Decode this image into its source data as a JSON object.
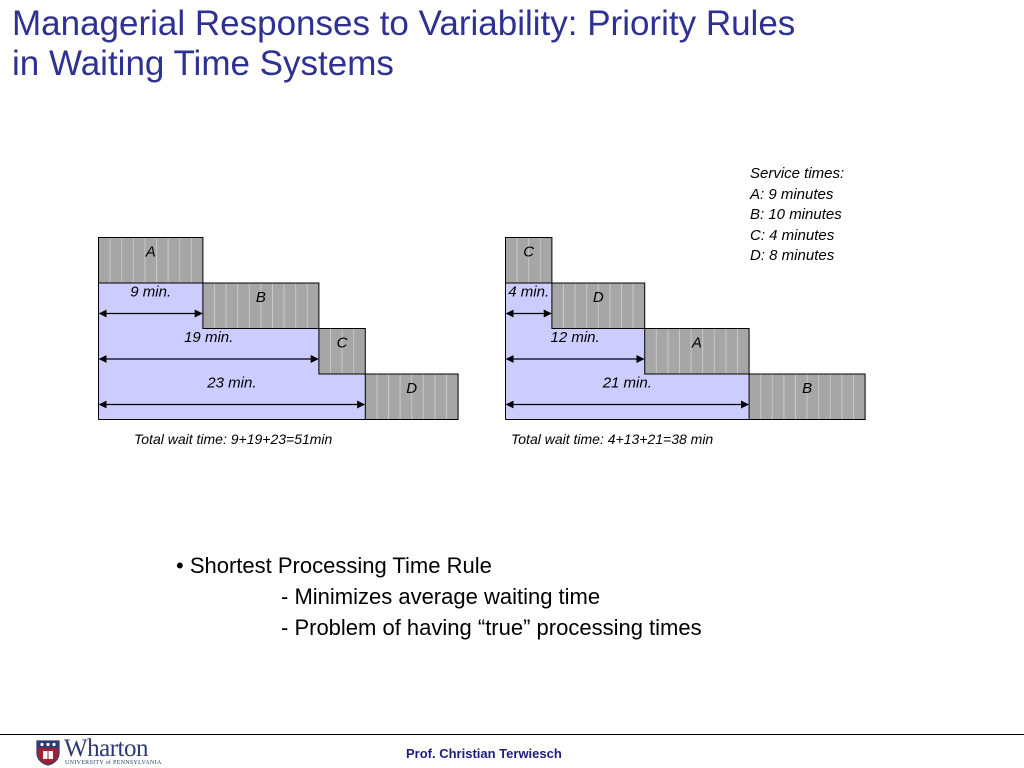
{
  "slide": {
    "title_line1": "Managerial Responses to Variability: Priority Rules",
    "title_line2": "in Waiting Time Systems"
  },
  "service_times": {
    "heading": "Service times:",
    "items": [
      "A: 9 minutes",
      "B: 10 minutes",
      "C: 4 minutes",
      "D: 8 minutes"
    ]
  },
  "left_schedule": {
    "jobs": [
      {
        "label": "A",
        "service_min": 9
      },
      {
        "label": "B",
        "service_min": 10
      },
      {
        "label": "C",
        "service_min": 4
      },
      {
        "label": "D",
        "service_min": 8
      }
    ],
    "waits": [
      "9 min.",
      "19 min.",
      "23 min."
    ],
    "total": "Total wait time: 9+19+23=51min"
  },
  "right_schedule": {
    "jobs": [
      {
        "label": "C",
        "service_min": 4
      },
      {
        "label": "D",
        "service_min": 8
      },
      {
        "label": "A",
        "service_min": 9
      },
      {
        "label": "B",
        "service_min": 10
      }
    ],
    "waits": [
      "4 min.",
      "12 min.",
      "21 min."
    ],
    "total": "Total wait time: 4+13+21=38 min"
  },
  "bullets": {
    "main": "• Shortest Processing Time Rule",
    "sub1": "- Minimizes average waiting time",
    "sub2": "- Problem of having “true” processing times"
  },
  "footer": {
    "logo_text": "Wharton",
    "logo_sub": "UNIVERSITY of PENNSYLVANIA",
    "author": "Prof. Christian Terwiesch"
  },
  "colors": {
    "title": "#2e3192",
    "job_fill": "#a6a6a6",
    "wait_fill": "#ccccff",
    "footer_text": "#1d1d7a"
  }
}
